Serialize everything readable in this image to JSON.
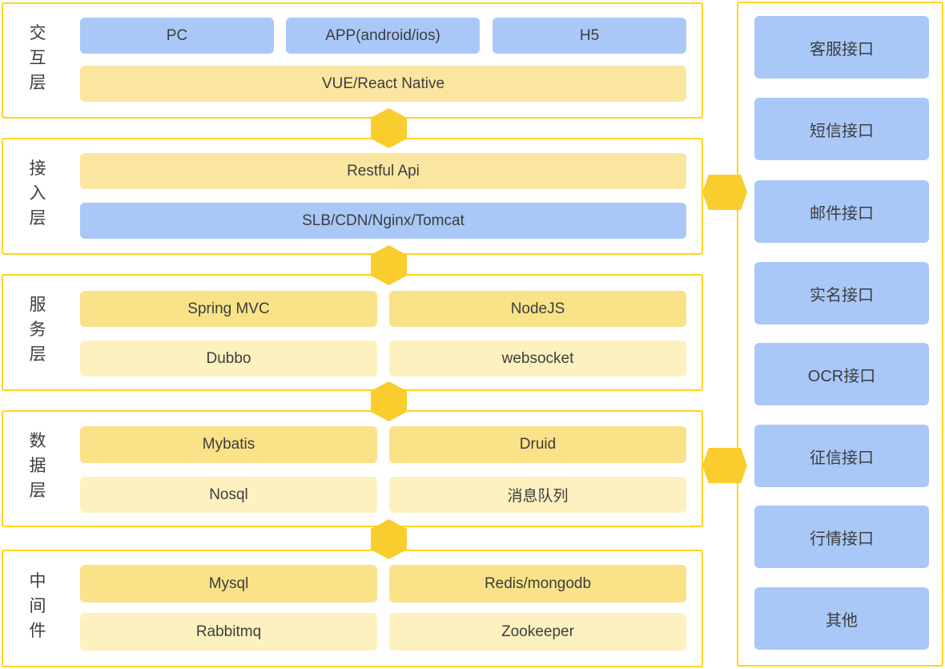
{
  "colors": {
    "box_blue": "#a9c8f8",
    "box_yellow": "#fbe6a1",
    "box_yellow_dark": "#fae289",
    "box_yellow_light": "#fdf1c0",
    "connector_gold": "#f9cd2d",
    "container_border": "#ffd31e",
    "text": "#3d3d3d"
  },
  "layers": [
    {
      "label": "交互层"
    },
    {
      "label": "接入层"
    },
    {
      "label": "服务层"
    },
    {
      "label": "数据层"
    },
    {
      "label": "中间件"
    }
  ],
  "boxes": {
    "pc": "PC",
    "app": "APP(android/ios)",
    "h5": "H5",
    "vue": "VUE/React Native",
    "restful": "Restful Api",
    "slb": "SLB/CDN/Nginx/Tomcat",
    "spring": "Spring MVC",
    "nodejs": "NodeJS",
    "dubbo": "Dubbo",
    "websocket": "websocket",
    "mybatis": "Mybatis",
    "druid": "Druid",
    "nosql": "Nosql",
    "mq": "消息队列",
    "mysql": "Mysql",
    "redis": "Redis/mongodb",
    "rabbitmq": "Rabbitmq",
    "zookeeper": "Zookeeper"
  },
  "interfaces": [
    "客服接口",
    "短信接口",
    "邮件接口",
    "实名接口",
    "OCR接口",
    "征信接口",
    "行情接口",
    "其他"
  ]
}
